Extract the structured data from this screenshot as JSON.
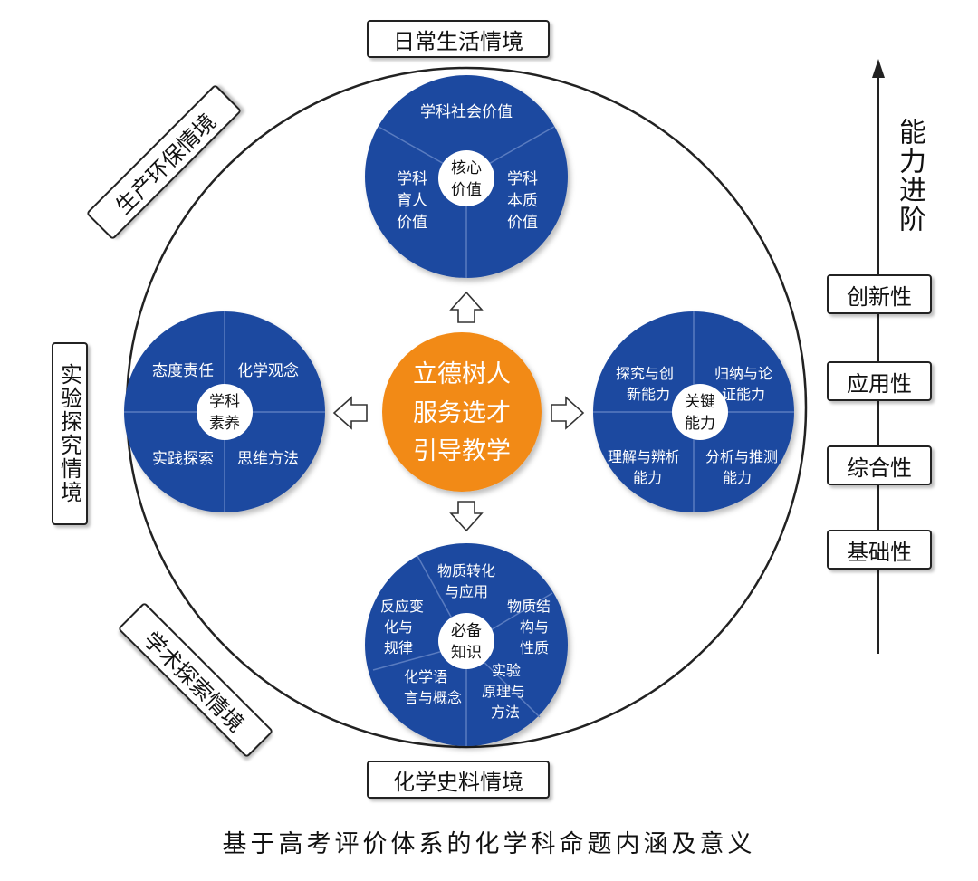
{
  "caption": "基于高考评价体系的化学科命题内涵及意义",
  "contexts": {
    "daily_life": "日常生活情境",
    "production_env": "生产环保情境",
    "experiment": "实验探究情境",
    "academic": "学术探索情境",
    "chem_history": "化学史料情境"
  },
  "center": {
    "line1": "立德树人",
    "line2": "服务选才",
    "line3": "引导教学"
  },
  "core_values": {
    "center_l1": "核心",
    "center_l2": "价值",
    "social": "学科社会价值",
    "education": [
      "学科",
      "育人",
      "价值"
    ],
    "essence": [
      "学科",
      "本质",
      "价值"
    ]
  },
  "literacy": {
    "center_l1": "学科",
    "center_l2": "素养",
    "attitude": "态度责任",
    "concepts": "化学观念",
    "practice": "实践探索",
    "thinking": "思维方法"
  },
  "key_abilities": {
    "center_l1": "关键",
    "center_l2": "能力",
    "explore": [
      "探究与创",
      "新能力"
    ],
    "induce": [
      "归纳与论",
      "证能力"
    ],
    "understand": [
      "理解与辨析",
      "能力"
    ],
    "analyze": [
      "分析与推测",
      "能力"
    ]
  },
  "knowledge": {
    "center_l1": "必备",
    "center_l2": "知识",
    "transform": [
      "物质转化",
      "与应用"
    ],
    "structure": [
      "物质结",
      "构与",
      "性质"
    ],
    "reaction": [
      "反应变",
      "化与",
      "规律"
    ],
    "language": [
      "化学语",
      "言与概念"
    ],
    "principle": [
      "实验",
      "原理与",
      "方法"
    ]
  },
  "ability_scale": {
    "title": "能力进阶",
    "levels": [
      "创新性",
      "应用性",
      "综合性",
      "基础性"
    ]
  },
  "colors": {
    "disc": "#1f4aa0",
    "center": "#f28a16",
    "divider": "#5a7cc0"
  }
}
